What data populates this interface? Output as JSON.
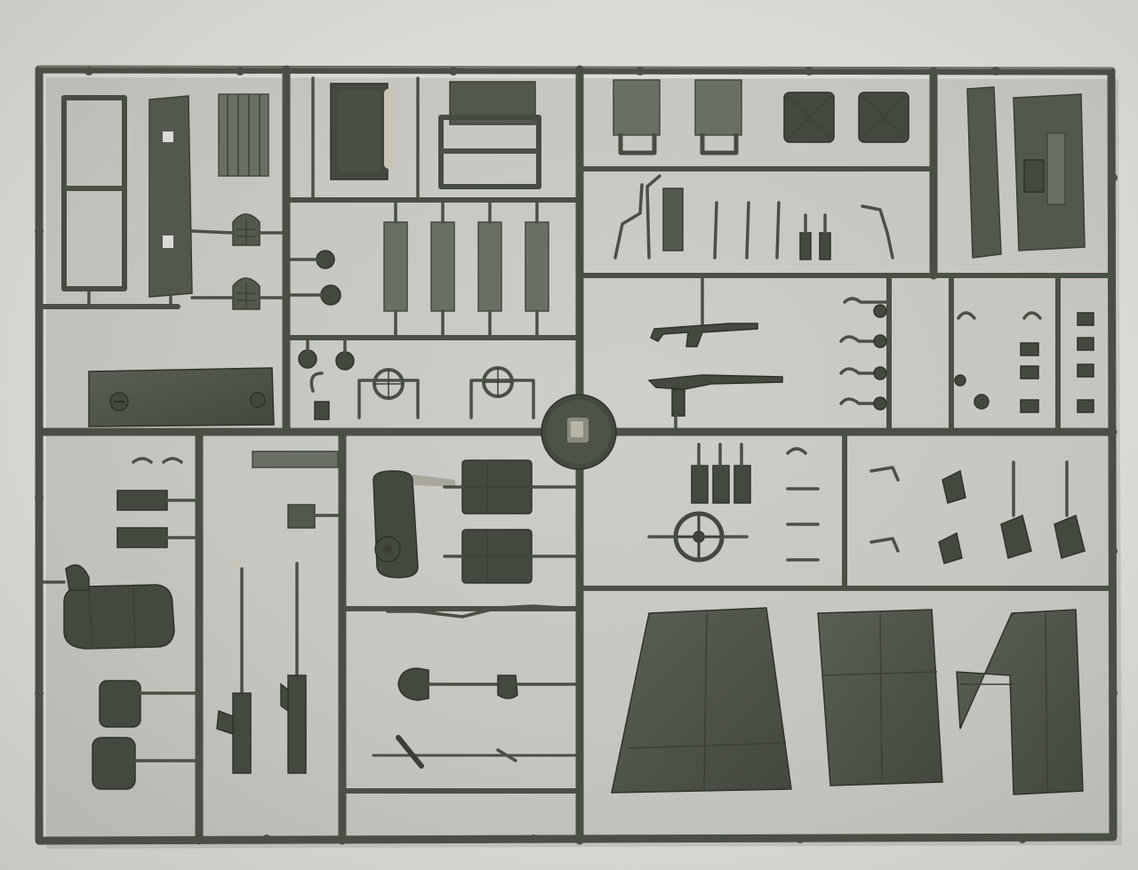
{
  "scene": {
    "subject": "plastic-model-kit-sprue",
    "background_color": "#dcdad6",
    "plastic_color": "#53584d"
  },
  "sprue": {
    "sections": [
      {
        "id": "top-left",
        "contents": "window-frames-and-panels"
      },
      {
        "id": "top-center",
        "contents": "seat-frames-and-grilles"
      },
      {
        "id": "top-right",
        "contents": "seats-jerrycans-side-panel"
      },
      {
        "id": "middle-left",
        "contents": "tool-box-lid"
      },
      {
        "id": "middle-right",
        "contents": "submachine-gun-rifle-hooks"
      },
      {
        "id": "bottom-left",
        "contents": "rolled-tarp-machine-guns"
      },
      {
        "id": "bottom-center",
        "contents": "drum-jerrycans-shovel-axe"
      },
      {
        "id": "bottom-right",
        "contents": "steering-wheel-armor-plates"
      }
    ]
  }
}
